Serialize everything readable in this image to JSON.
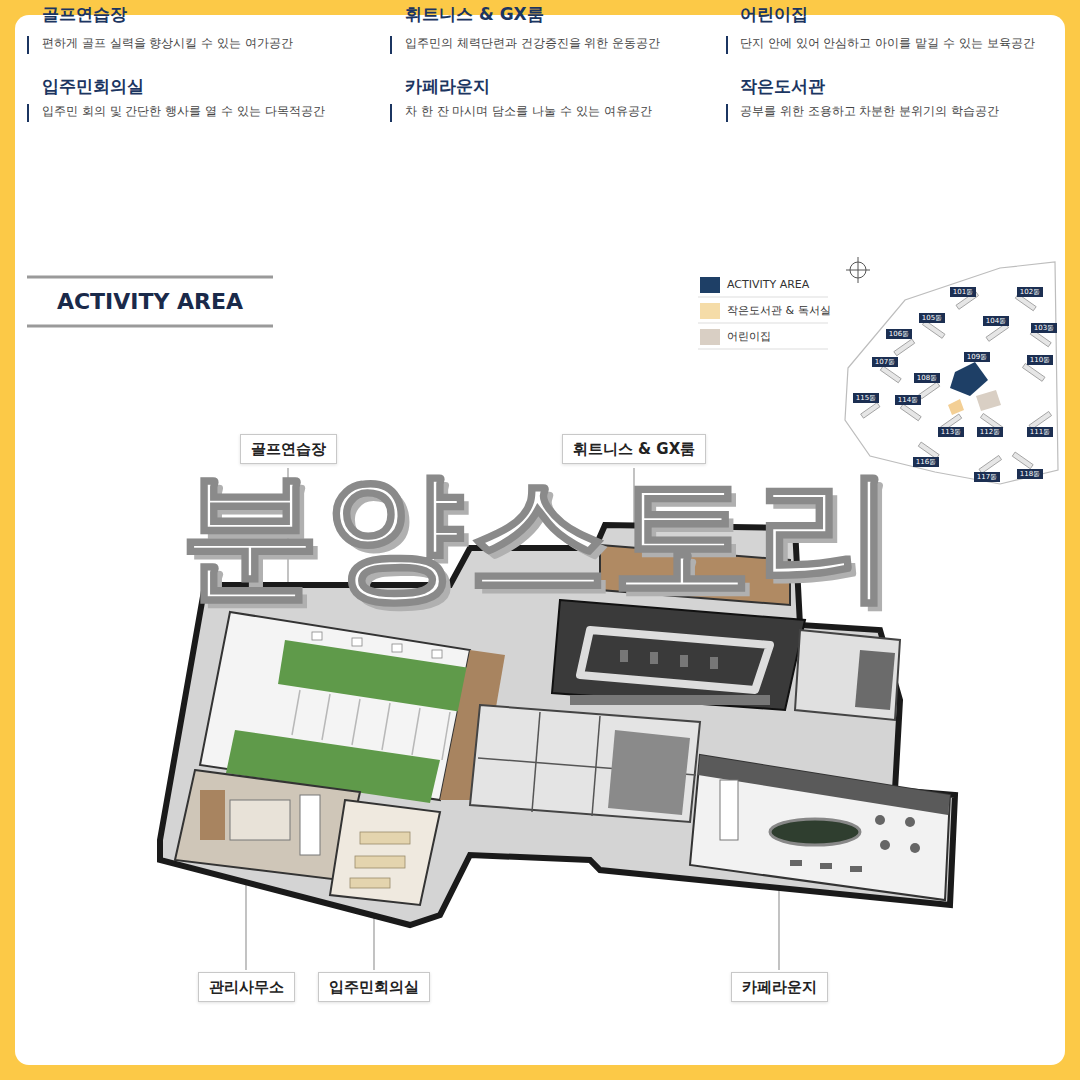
{
  "diagram": {
    "title": "ACTIVITY AREA",
    "nodes": [
      {
        "text": [
          "골프연습장"
        ]
      },
      {
        "text": [
          "휘트니스 & GX룸"
        ]
      },
      {
        "text": [
          "관리사무소"
        ]
      },
      {
        "text": [
          "입주민회의실"
        ]
      },
      {
        "text": [
          "카페라운지"
        ]
      },
      {
        "text": [
          "101동"
        ]
      },
      {
        "text": [
          "102동"
        ]
      },
      {
        "text": [
          "103동"
        ]
      },
      {
        "text": [
          "104동"
        ]
      },
      {
        "text": [
          "105동"
        ]
      },
      {
        "text": [
          "106동"
        ]
      },
      {
        "text": [
          "107동"
        ]
      },
      {
        "text": [
          "108동"
        ]
      },
      {
        "text": [
          "109동"
        ]
      },
      {
        "text": [
          "110동"
        ]
      },
      {
        "text": [
          "111동"
        ]
      },
      {
        "text": [
          "112동"
        ]
      },
      {
        "text": [
          "113동"
        ]
      },
      {
        "text": [
          "114동"
        ]
      },
      {
        "text": [
          "115동"
        ]
      },
      {
        "text": [
          "116동"
        ]
      },
      {
        "text": [
          "117동"
        ]
      },
      {
        "text": [
          "118동"
        ]
      }
    ],
    "labels": [
      "골프연습장",
      "편하게 골프 실력을 향상시킬 수 있는 여가공간",
      "휘트니스 & GX룸",
      "입주민의 체력단련과 건강증진을 위한 운동공간",
      "어린이집",
      "단지 안에 있어 안심하고 아이를 맡길 수 있는 보육공간",
      "입주민회의실",
      "입주민 회의 및 간단한 행사를 열 수 있는 다목적공간",
      "카페라운지",
      "차 한 잔 마시며 담소를 나눌 수 있는 여유공간",
      "작은도서관",
      "공부를 위한 조용하고 차분한 분위기의 학습공간",
      "분양스토리"
    ],
    "legend": [
      {
        "text": "ACTIVITY AREA",
        "color": "#1e3f66"
      },
      {
        "text": "작은도서관 & 독서실",
        "color": "#f5dca8"
      },
      {
        "text": "어린이집",
        "color": "#d9cfc4"
      }
    ]
  }
}
